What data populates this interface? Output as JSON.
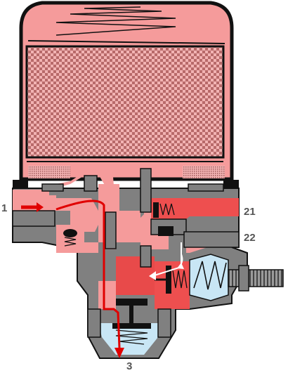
{
  "colors": {
    "housing": "#808080",
    "outline": "#1a1a1a",
    "chamber_inlet": "#f59b9b",
    "chamber_outlet": "#ee4f4f",
    "chamber_governor": "#e84a4a",
    "exhaust": "#c8e6f5",
    "spring_housing": "#c8e6f5",
    "flow_arrow_red": "#e00000",
    "flow_arrow_white": "#ffffff",
    "label": "#555555",
    "cartridge_dark": "#b86a6a",
    "cartridge_light": "#f2b3b3"
  },
  "ports": {
    "inlet": "1",
    "outlet_21": "21",
    "outlet_22": "22",
    "exhaust": "3"
  },
  "icons": {
    "desiccant": "checkered-desiccant-icon",
    "spring": "coil-spring-icon",
    "adjust_screw": "threaded-screw-icon"
  }
}
